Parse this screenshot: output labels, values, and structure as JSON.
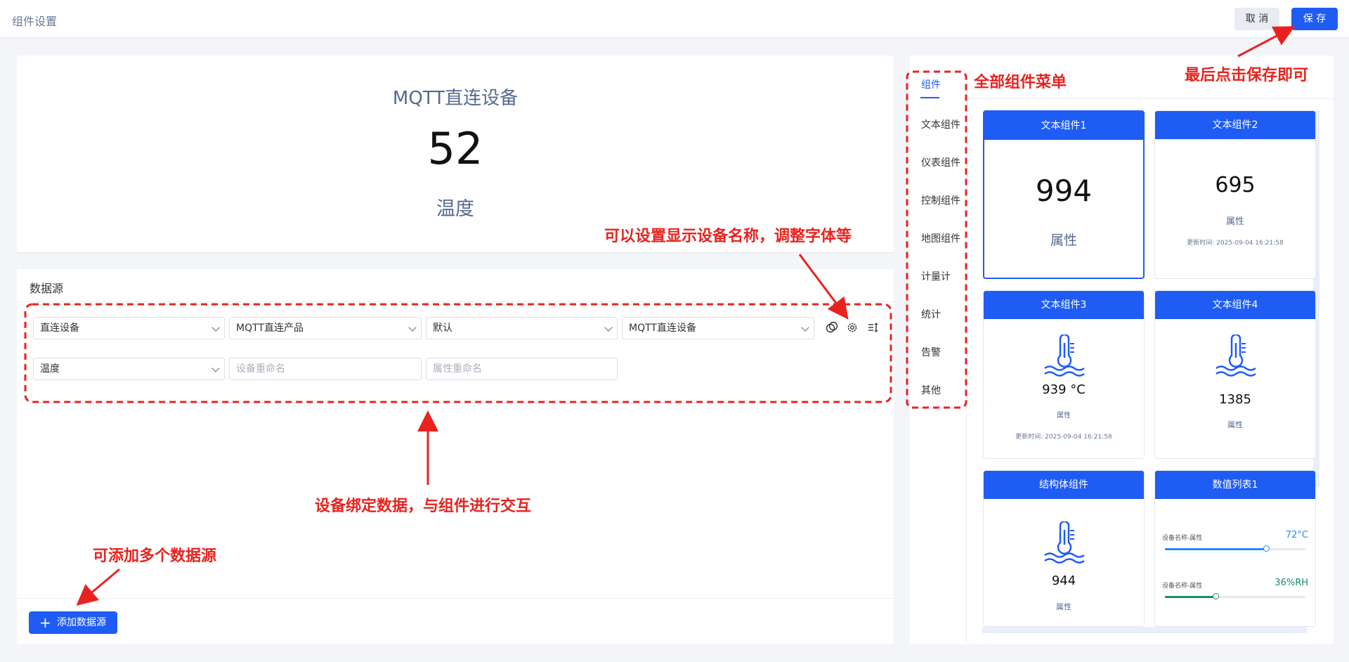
{
  "header": {
    "title": "组件设置",
    "cancel_label": "取 消",
    "save_label": "保 存"
  },
  "preview": {
    "device_name": "MQTT直连设备",
    "value": "52",
    "property": "温度"
  },
  "datasource": {
    "title": "数据源",
    "row1": {
      "device_type": "直连设备",
      "product": "MQTT直连产品",
      "group": "默认",
      "device": "MQTT直连设备"
    },
    "row2": {
      "property": "温度",
      "device_rename_placeholder": "设备重命名",
      "property_rename_placeholder": "属性重命名"
    },
    "add_button": "添加数据源"
  },
  "menu": {
    "items": [
      "组件",
      "文本组件",
      "仪表组件",
      "控制组件",
      "地图组件",
      "计量计",
      "统计",
      "告警",
      "其他"
    ],
    "active": "组件"
  },
  "cards": {
    "c1": {
      "title": "文本组件1",
      "value": "994",
      "property": "属性"
    },
    "c2": {
      "title": "文本组件2",
      "value": "695",
      "property": "属性",
      "time": "更新时间: 2025-09-04 16:21:58"
    },
    "c3": {
      "title": "文本组件3",
      "value": "939 °C",
      "property": "属性",
      "time": "更新时间: 2025-09-04 16:21:58"
    },
    "c4": {
      "title": "文本组件4",
      "value": "1385",
      "property": "属性"
    },
    "c5": {
      "title": "结构体组件",
      "value": "944",
      "property": "属性"
    },
    "c6": {
      "title": "数值列表1",
      "rows": [
        {
          "name": "设备名称-属性",
          "value": "72°C",
          "percent": 72,
          "color": "#1f8cf4"
        },
        {
          "name": "设备名称-属性",
          "value": "36%RH",
          "percent": 36,
          "color": "#1a8c6a"
        }
      ]
    }
  },
  "annotations": {
    "a1": "最后点击保存即可",
    "a2": "全部组件菜单",
    "a3": "可以设置显示设备名称，调整字体等",
    "a4": "设备绑定数据，与组件进行交互",
    "a5": "可添加多个数据源"
  },
  "colors": {
    "accent": "#1f5cf4",
    "annotation": "#e8231f"
  }
}
